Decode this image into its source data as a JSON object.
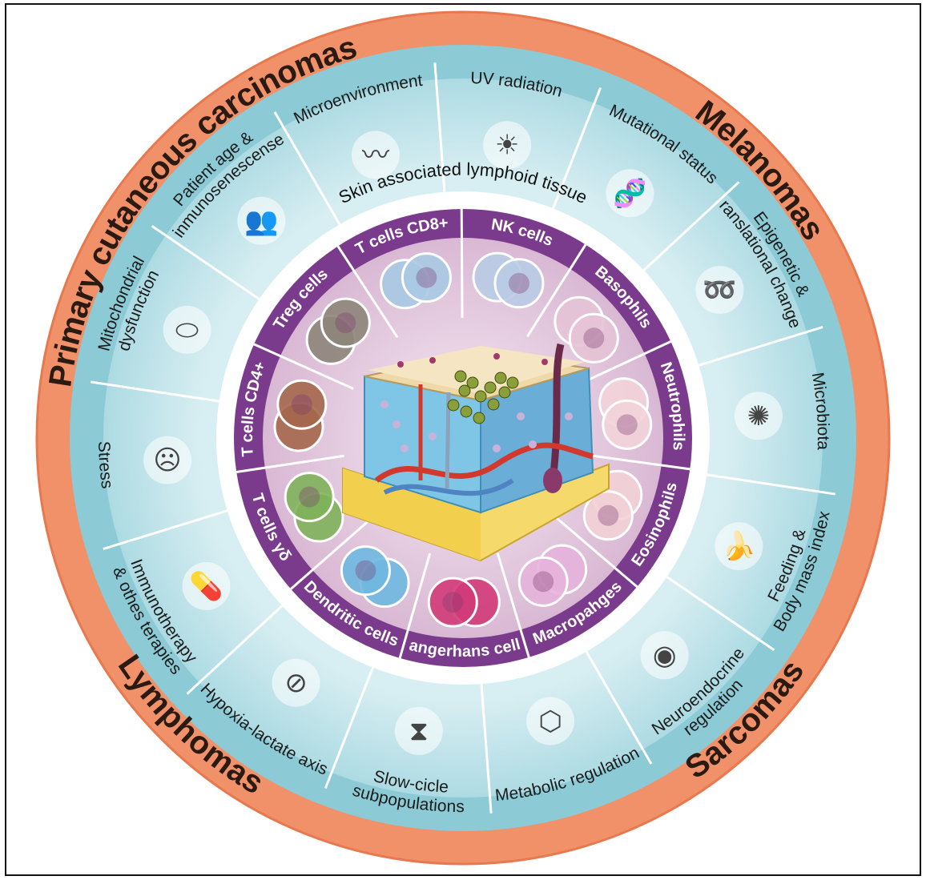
{
  "cancer_types": [
    {
      "id": "pcc",
      "label": "Primary cutaneous carcinomas"
    },
    {
      "id": "melanomas",
      "label": "Melanomas"
    },
    {
      "id": "sarcomas",
      "label": "Sarcomas"
    },
    {
      "id": "lymphomas",
      "label": "Lymphomas"
    }
  ],
  "factors": [
    {
      "id": "microenvironment",
      "lines": [
        "Microenvironment"
      ]
    },
    {
      "id": "uv",
      "lines": [
        "UV radiation"
      ]
    },
    {
      "id": "mutational",
      "lines": [
        "Mutational status"
      ]
    },
    {
      "id": "epigenetic",
      "lines": [
        "Epigenetic &",
        "translational changes"
      ]
    },
    {
      "id": "microbiota",
      "lines": [
        "Microbiota"
      ]
    },
    {
      "id": "feeding",
      "lines": [
        "Feeding &",
        "Body mass index"
      ]
    },
    {
      "id": "neuroendocrine",
      "lines": [
        "Neuroendocrine",
        "regulation"
      ]
    },
    {
      "id": "metabolic",
      "lines": [
        "Metabolic regulation"
      ]
    },
    {
      "id": "slowcycle",
      "lines": [
        "Slow-cicle",
        "subpopulations"
      ]
    },
    {
      "id": "hypoxia",
      "lines": [
        "Hypoxia-lactate axis"
      ]
    },
    {
      "id": "immunotherapy",
      "lines": [
        "Immunotherapy",
        "& othes terapies"
      ]
    },
    {
      "id": "stress",
      "lines": [
        "Stress"
      ]
    },
    {
      "id": "mitochondrial",
      "lines": [
        "Mitochondrial",
        "dysfunction"
      ]
    },
    {
      "id": "patientage",
      "lines": [
        "Patient age &",
        "inmunosenescense"
      ]
    }
  ],
  "salt_label": "Skin associated lymphoid tissue",
  "immune_cells": [
    {
      "id": "nk",
      "label": "NK cells",
      "color": "#b9cbe4"
    },
    {
      "id": "basophils",
      "label": "Basophils",
      "color": "#e6c3d6"
    },
    {
      "id": "neutrophils",
      "label": "Neutrophils",
      "color": "#f3d3d9"
    },
    {
      "id": "eosinophils",
      "label": "Eosinophils",
      "color": "#f2d0d6"
    },
    {
      "id": "macrophages",
      "label": "Macropahges",
      "color": "#e6b2dc"
    },
    {
      "id": "langerhans",
      "label": "Langerhans cells",
      "color": "#d23a78"
    },
    {
      "id": "dendritic",
      "label": "Dendritic cells",
      "color": "#6fb8e0"
    },
    {
      "id": "tgd",
      "label": "T cells γδ",
      "color": "#7fb15a"
    },
    {
      "id": "cd4",
      "label": "T cells CD4+",
      "color": "#a4674b"
    },
    {
      "id": "treg",
      "label": "Treg cells",
      "color": "#8e857a"
    },
    {
      "id": "cd8",
      "label": "T cells CD8+",
      "color": "#a9c9e3"
    }
  ],
  "colors": {
    "outer_ring": "#f0916a",
    "outer_ring_edge": "#e8784e",
    "factor_ring": "#a6d7e0",
    "factor_divider": "#ffffff",
    "cell_label_band": "#7b3b8d",
    "cell_disc": "#e3c6dd",
    "cell_disc_center": "#f1dfee"
  },
  "icons": [
    "fibers-icon",
    "sun-icon",
    "walking-person-icon",
    "tree-icon",
    "dna-icon",
    "rna-strand-icon",
    "bacteria-icon",
    "food-icon",
    "organs-icon",
    "glucose-lactate-icon",
    "cell-cycle-icon",
    "no-oxygen-icon",
    "pill-syringe-icon",
    "stress-icon",
    "mitochondria-icon",
    "elderly-people-icon",
    "skin-section-icon"
  ]
}
